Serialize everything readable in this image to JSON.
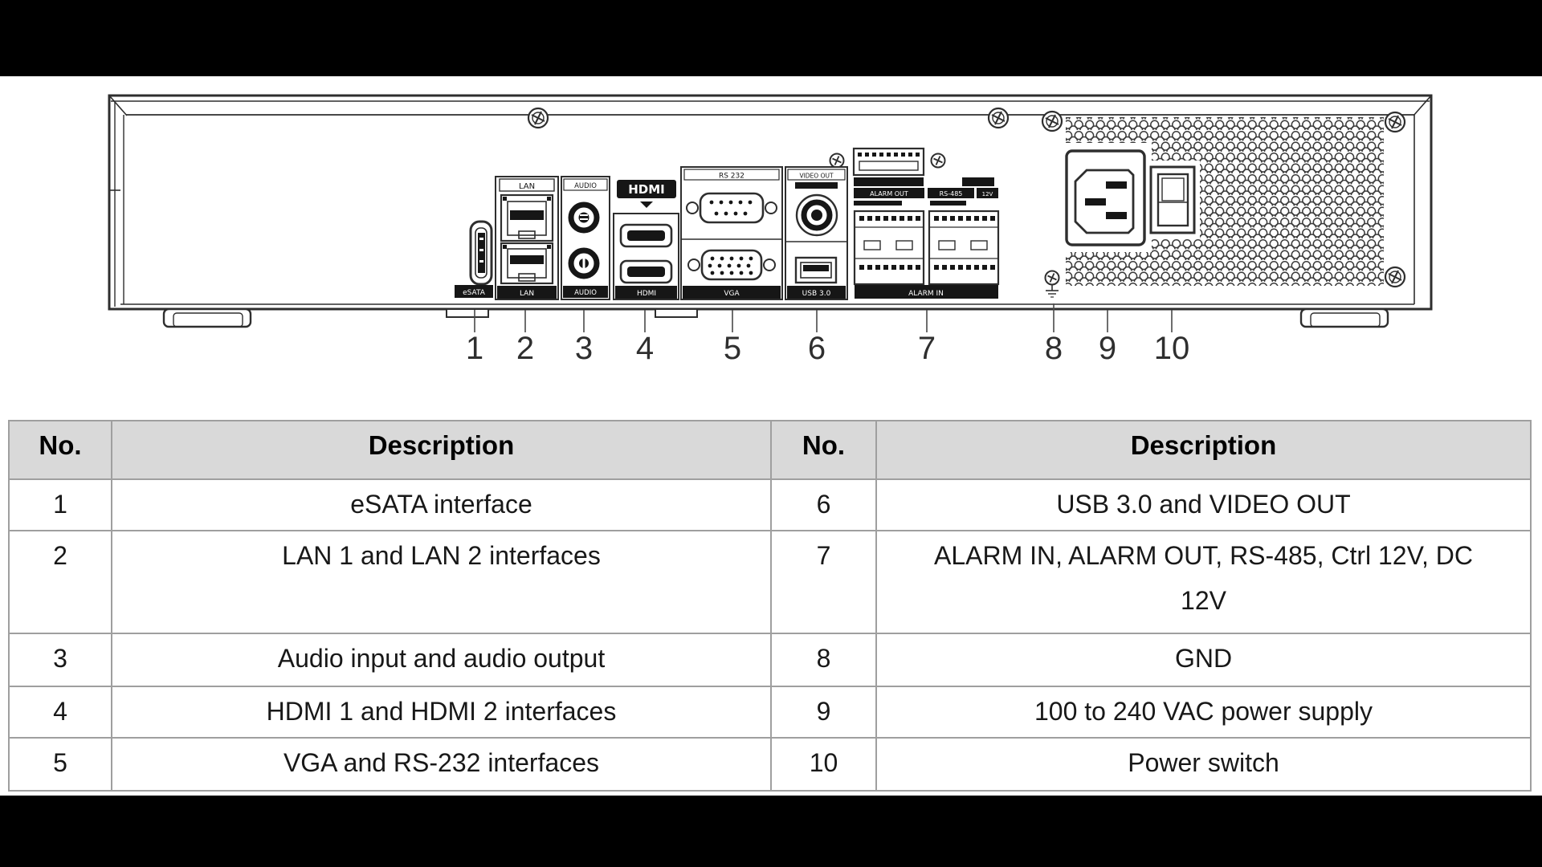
{
  "page": {
    "letterbox_color": "#000000",
    "canvas_color": "#ffffff"
  },
  "colors": {
    "line": "#2e2e2e",
    "table_border": "#9f9f9f",
    "table_header_bg": "#d9d9d9",
    "text": "#181818"
  },
  "diagram": {
    "callouts": [
      "1",
      "2",
      "3",
      "4",
      "5",
      "6",
      "7",
      "8",
      "9",
      "10"
    ],
    "labels": {
      "esata": "eSATA",
      "lan_top": "LAN",
      "lan_bottom": "LAN",
      "audio_top": "AUDIO",
      "audio_bottom": "AUDIO",
      "hdmi_logo": "HDMI",
      "hdmi_bottom": "HDMI",
      "rs232_top": "RS 232",
      "vga_bottom": "VGA",
      "video_out_top": "VIDEO OUT",
      "usb_bottom": "USB 3.0",
      "alarm_out": "ALARM OUT",
      "rs485": "RS-485",
      "v12": "12V",
      "alarm_bottom": "ALARM IN"
    }
  },
  "table": {
    "headers": [
      "No.",
      "Description",
      "No.",
      "Description"
    ],
    "rows": [
      [
        "1",
        "eSATA interface",
        "6",
        "USB 3.0 and VIDEO OUT"
      ],
      [
        "2",
        "LAN 1 and LAN 2 interfaces",
        "7",
        "ALARM IN, ALARM OUT, RS-485, Ctrl 12V, DC\n12V"
      ],
      [
        "3",
        "Audio input and audio output",
        "8",
        "GND"
      ],
      [
        "4",
        "HDMI 1 and HDMI 2 interfaces",
        "9",
        "100 to 240 VAC power supply"
      ],
      [
        "5",
        "VGA and RS-232 interfaces",
        "10",
        "Power switch"
      ]
    ]
  }
}
